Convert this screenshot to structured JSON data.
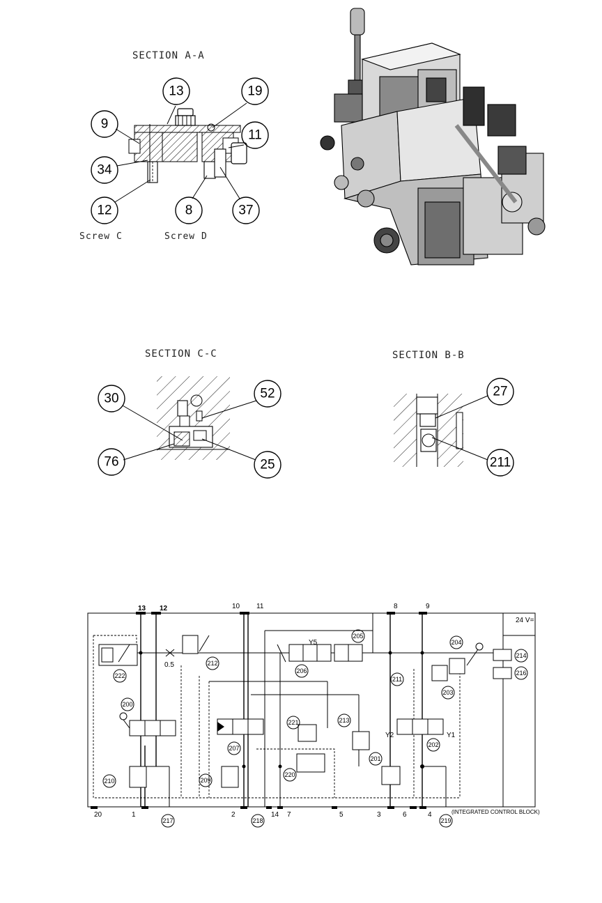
{
  "sections": {
    "a": {
      "title": "SECTION A-A",
      "screw_c": "Screw C",
      "screw_d": "Screw D",
      "callouts": [
        "13",
        "19",
        "9",
        "11",
        "34",
        "12",
        "8",
        "37"
      ]
    },
    "c": {
      "title": "SECTION C-C",
      "callouts": [
        "30",
        "52",
        "76",
        "25"
      ]
    },
    "b": {
      "title": "SECTION B-B",
      "callouts": [
        "27",
        "211"
      ]
    }
  },
  "schematic": {
    "top_ports": [
      "13",
      "12",
      "10",
      "11",
      "8",
      "9"
    ],
    "bottom_ports": [
      "20",
      "1",
      "2",
      "14",
      "7",
      "5",
      "3",
      "6",
      "4"
    ],
    "voltage": "24 V=",
    "orifice": "0.5",
    "block_label": "(INTEGRATED CONTROL BLOCK)",
    "solenoids": {
      "y5": "Y5",
      "y2": "Y2",
      "y1": "Y1"
    },
    "components": [
      "222",
      "212",
      "206",
      "205",
      "204",
      "214",
      "216",
      "211",
      "203",
      "200",
      "207",
      "221",
      "213",
      "201",
      "202",
      "210",
      "209",
      "220"
    ],
    "bottom_callouts": [
      "217",
      "218",
      "219"
    ]
  }
}
